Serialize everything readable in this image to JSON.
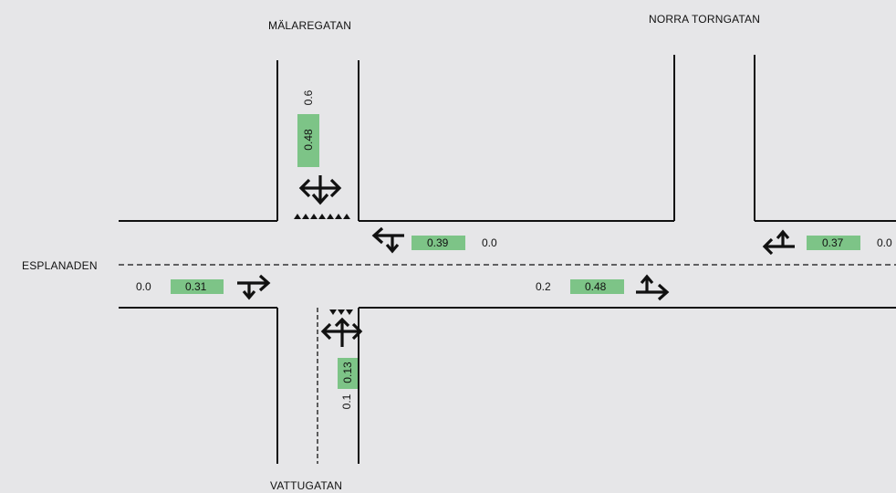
{
  "streets": {
    "north_left": "MÄLAREGATAN",
    "north_right": "NORRA TORNGATAN",
    "west": "ESPLANADEN",
    "south": "VATTUGATAN"
  },
  "approaches": {
    "malaregatan": {
      "label": "0.48",
      "outer": "0.6"
    },
    "west": {
      "label": "0.31",
      "outer": "0.0"
    },
    "east_inbound": {
      "label": "0.39",
      "outer": "0.0"
    },
    "vattugatan": {
      "label": "0.13",
      "outer": "0.1"
    },
    "east_through": {
      "label": "0.48",
      "outer": "0.2"
    },
    "torngatan_inbound": {
      "label": "0.37",
      "outer": "0.0"
    }
  },
  "icons": [
    "lane-arrow-icon"
  ],
  "colors": {
    "bar": "#7dc487",
    "background": "#e6e6e8",
    "line": "#111111"
  }
}
